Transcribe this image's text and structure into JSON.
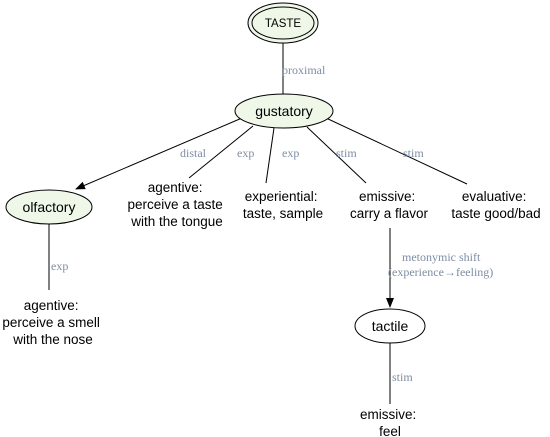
{
  "colors": {
    "node_fill_light": "#eef7e8",
    "node_fill_white": "#ffffff",
    "edge_label": "#7d8ea3",
    "stroke": "#000000"
  },
  "nodes": {
    "taste": "TASTE",
    "gustatory": "gustatory",
    "olfactory": "olfactory",
    "tactile": "tactile"
  },
  "leaves": {
    "olfactory_agentive": [
      "agentive:",
      "perceive a smell",
      "with the nose"
    ],
    "gustatory_agentive": [
      "agentive:",
      "perceive a taste",
      "with the tongue"
    ],
    "experiential": [
      "experiential:",
      "taste, sample"
    ],
    "emissive": [
      "emissive:",
      "carry a flavor"
    ],
    "evaluative": [
      "evaluative:",
      "taste good/bad"
    ],
    "tactile_emissive": [
      "emissive:",
      "feel"
    ]
  },
  "edges": {
    "proximal": "proximal",
    "distal": "distal",
    "exp_agentive": "exp",
    "exp_experiential": "exp",
    "stim_emissive": "stim",
    "stim_evaluative": "stim",
    "exp_olfactory": "exp",
    "metonymic_1": "metonymic shift",
    "metonymic_2": "(experience→feeling)",
    "stim_tactile": "stim"
  }
}
